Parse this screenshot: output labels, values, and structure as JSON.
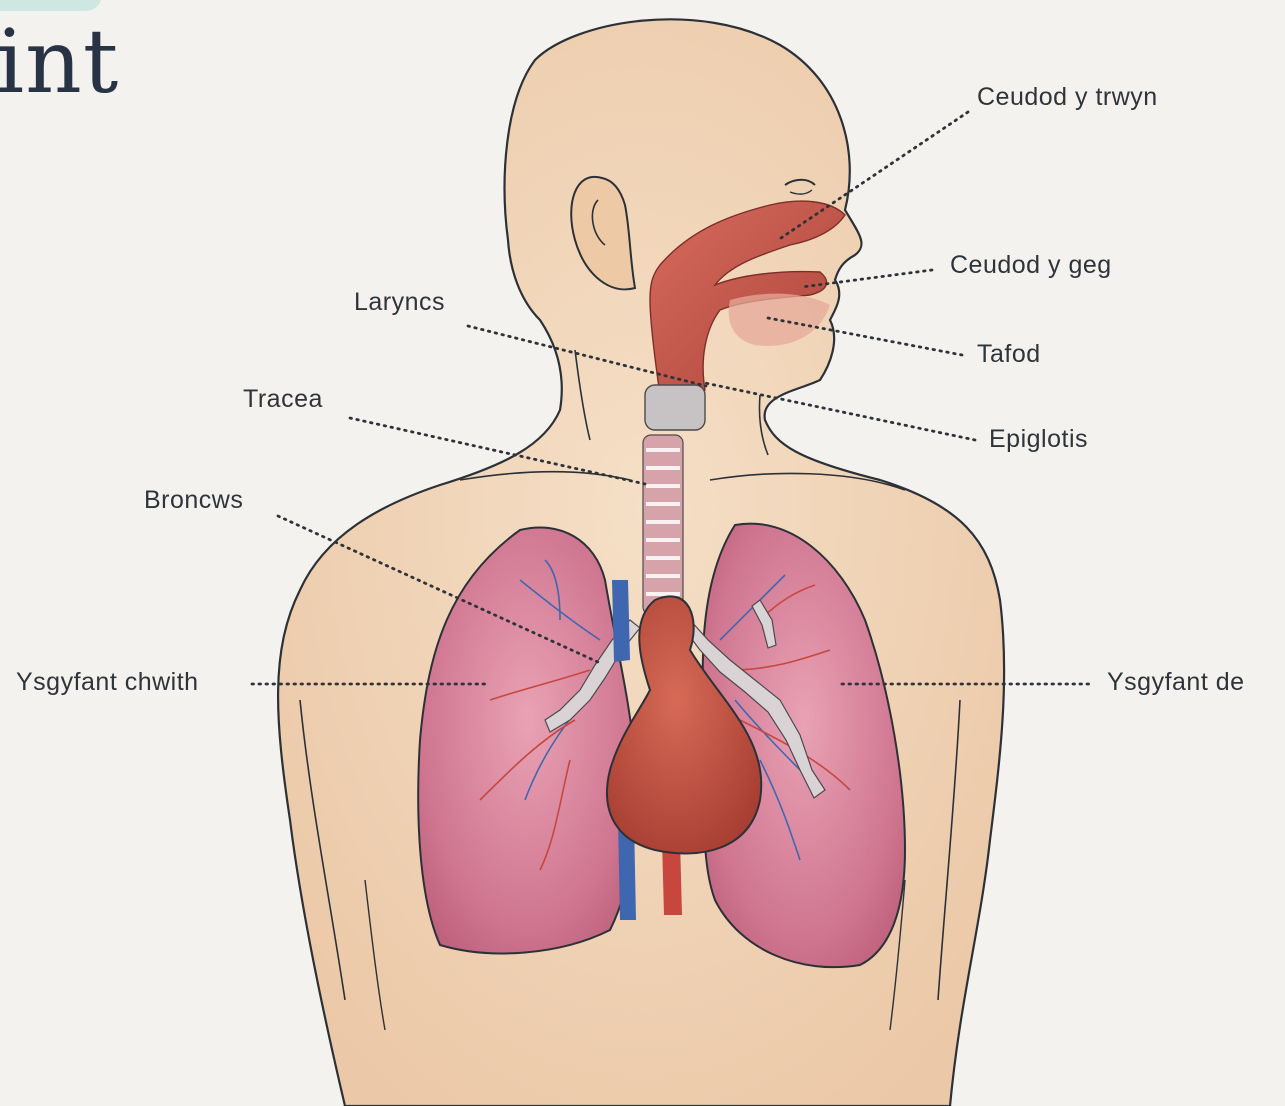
{
  "title_fragment": "int",
  "labels": {
    "nasal_cavity": "Ceudod y trwyn",
    "oral_cavity": "Ceudod y geg",
    "tongue": "Tafod",
    "epiglottis": "Epiglotis",
    "larynx": "Laryncs",
    "trachea": "Tracea",
    "bronchus": "Broncws",
    "left_lung": "Ysgyfant chwith",
    "right_lung": "Ysgyfant de"
  },
  "colors": {
    "background": "#f4f2ee",
    "skin": "#f1d6b9",
    "lung": "#cc6f8a",
    "airway": "#c85a4f",
    "heart": "#b84a3b",
    "vein": "#3f67b0",
    "artery": "#c7473e",
    "outline": "#2c3138",
    "leader": "#2f3338",
    "tab_accent": "#cfe7e2",
    "title_text": "#283445"
  }
}
